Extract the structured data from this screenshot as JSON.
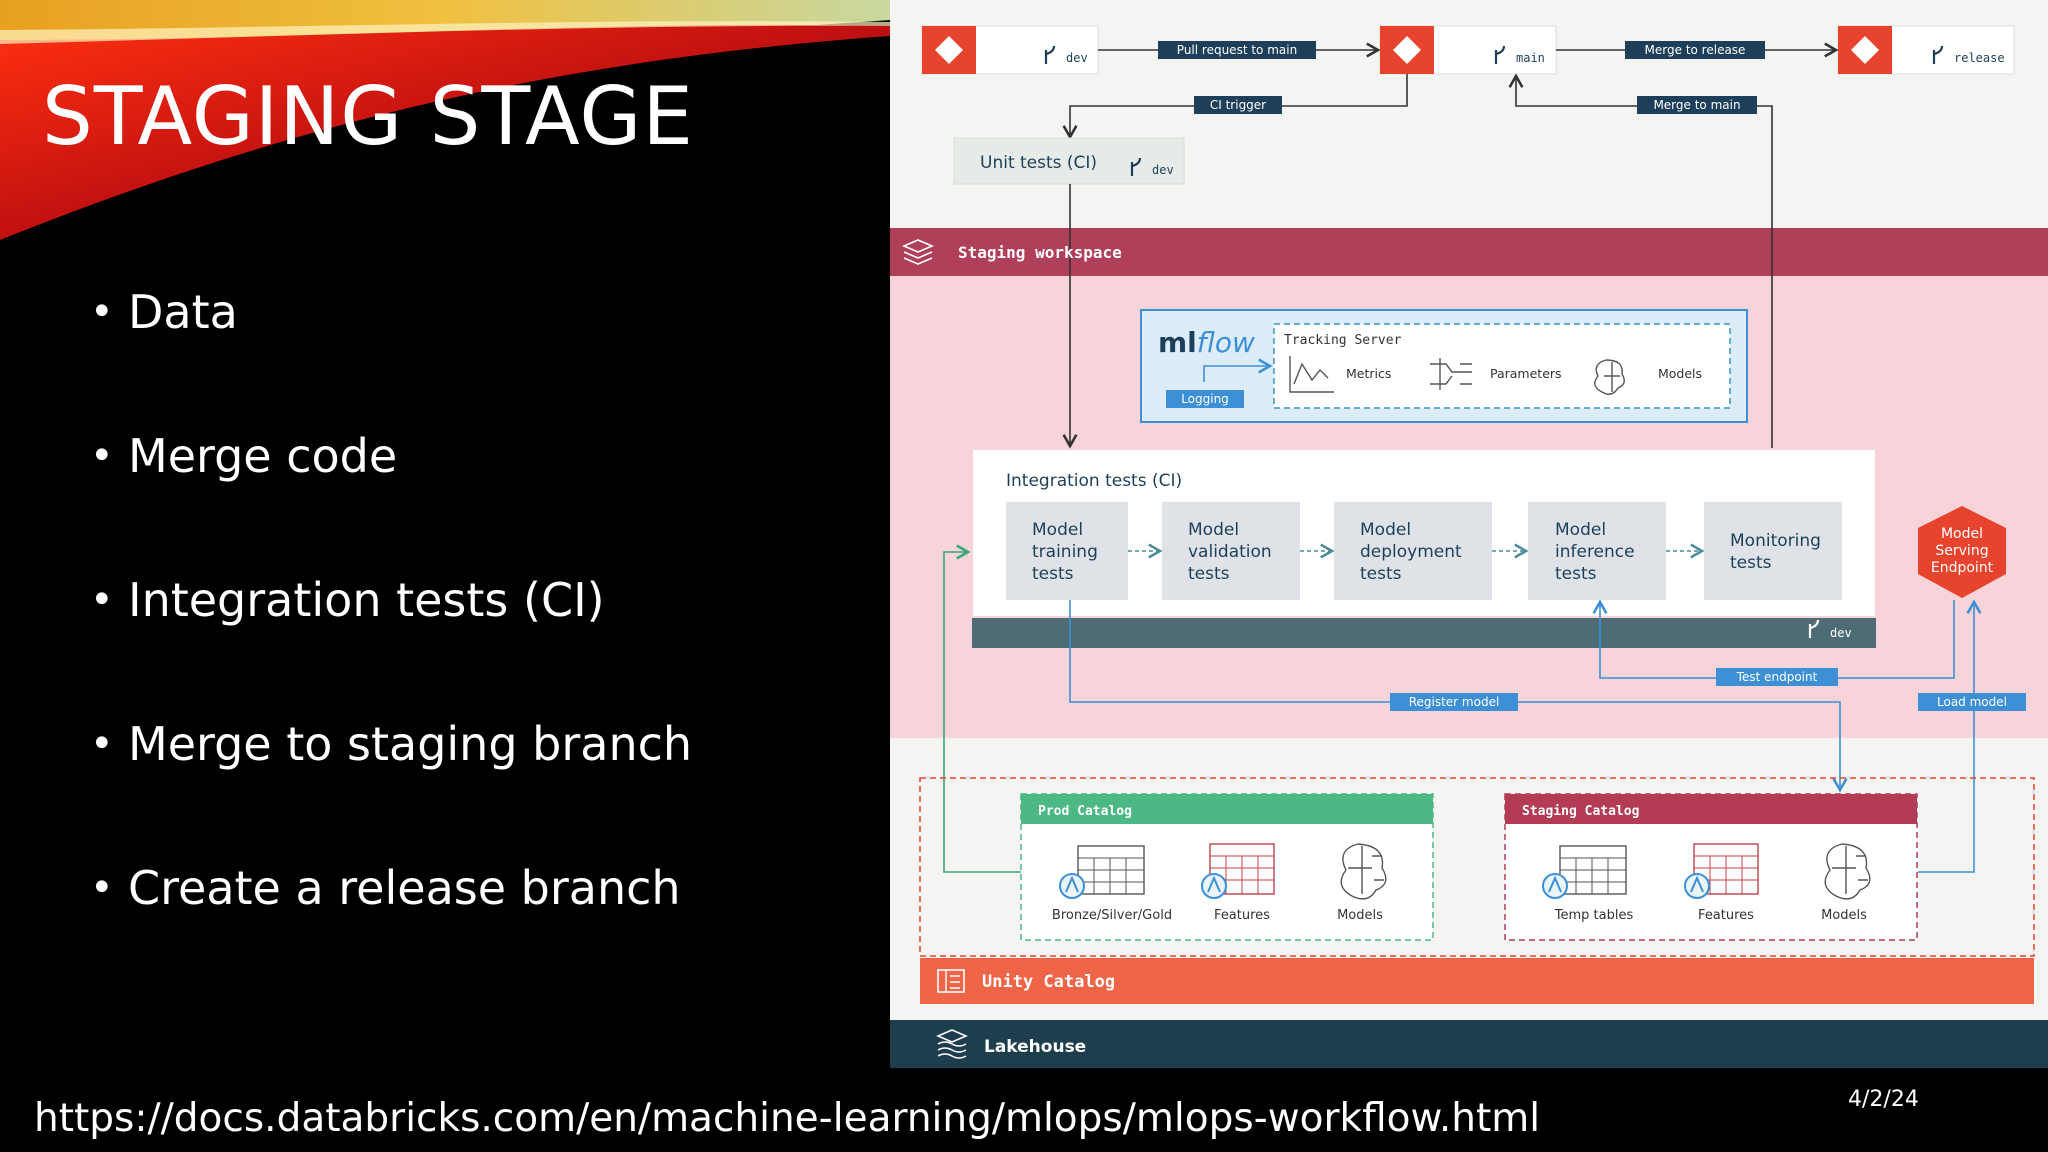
{
  "slide": {
    "title": "STAGING STAGE",
    "bullets": [
      "Data",
      "Merge code",
      "Integration tests (CI)",
      "Merge to staging branch",
      "Create a release branch"
    ],
    "url": "https://docs.databricks.com/en/machine-learning/mlops/mlops-workflow.html",
    "date": "4/2/24"
  },
  "diagram": {
    "branches": {
      "dev": "dev",
      "main": "main",
      "release": "release"
    },
    "arrows": {
      "pull_request": "Pull request to main",
      "merge_to_release": "Merge to release",
      "ci_trigger": "CI trigger",
      "merge_to_main": "Merge to main",
      "logging": "Logging",
      "register_model": "Register model",
      "test_endpoint": "Test endpoint",
      "load_model": "Load model"
    },
    "unit_tests": "Unit tests (CI)",
    "staging_workspace": "Staging workspace",
    "mlflow": {
      "logo_ml": "ml",
      "logo_flow": "flow",
      "tracking_server": "Tracking Server",
      "metrics": "Metrics",
      "parameters": "Parameters",
      "models": "Models"
    },
    "integration": {
      "title": "Integration tests (CI)",
      "tests": [
        [
          "Model",
          "training",
          "tests"
        ],
        [
          "Model",
          "validation",
          "tests"
        ],
        [
          "Model",
          "deployment",
          "tests"
        ],
        [
          "Model",
          "inference",
          "tests"
        ],
        [
          "Monitoring",
          "tests"
        ]
      ]
    },
    "serving_endpoint": [
      "Model",
      "Serving",
      "Endpoint"
    ],
    "prod_catalog": {
      "title": "Prod Catalog",
      "items": [
        "Bronze/Silver/Gold",
        "Features",
        "Models"
      ]
    },
    "staging_catalog": {
      "title": "Staging Catalog",
      "items": [
        "Temp tables",
        "Features",
        "Models"
      ]
    },
    "unity_catalog": "Unity Catalog",
    "lakehouse": "Lakehouse"
  },
  "colors": {
    "git_red": "#e8432d",
    "staging_band": "#b0405a",
    "staging_bg": "#f7d3da",
    "mlflow_blue": "#3d8fd6",
    "label_navy": "#1e3f5a",
    "test_box": "#dfe3e7",
    "teal_bar": "#4d6c76",
    "serving_red": "#e8432d",
    "prod_green": "#4cb886",
    "staging_red": "#b33b55",
    "unity_orange": "#f06548",
    "lakehouse_dark": "#1f3e4d"
  }
}
